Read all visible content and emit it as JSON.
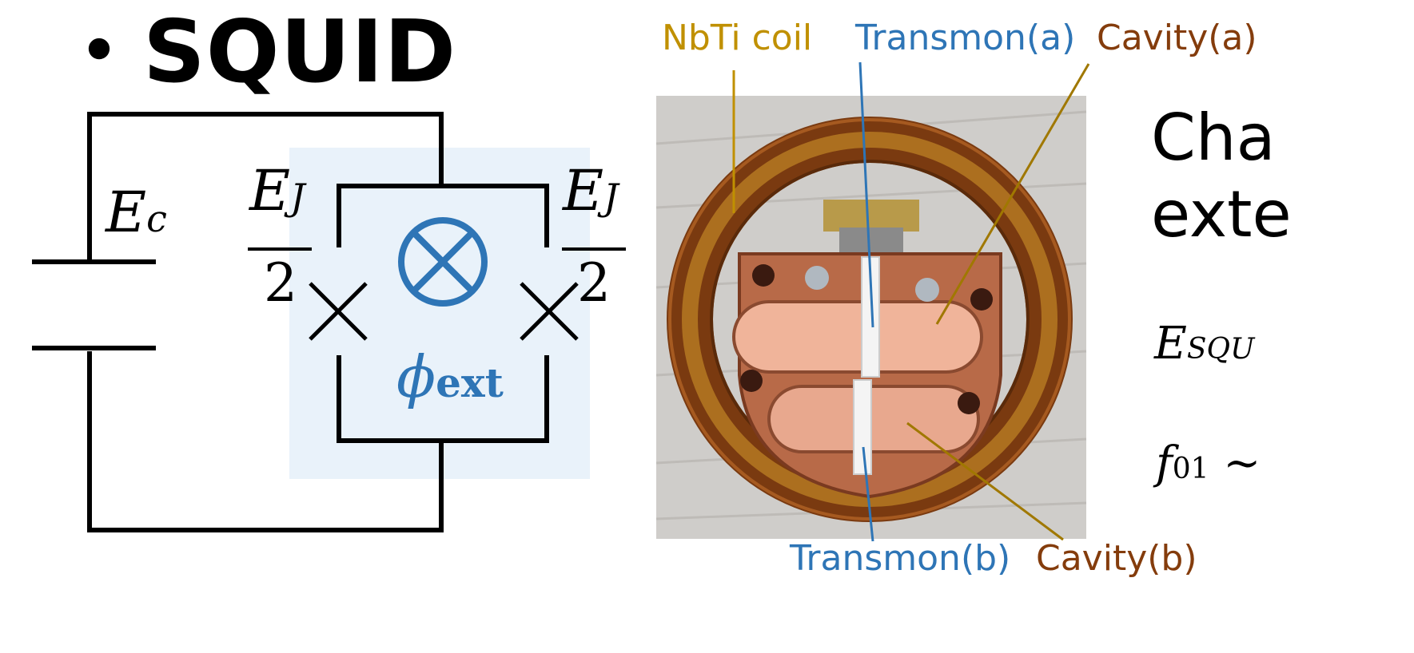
{
  "slide": {
    "title": "・SQUID"
  },
  "circuit": {
    "ec_main": "E",
    "ec_sub": "c",
    "ej_left_main": "E",
    "ej_left_sub": "J",
    "ej_left_den": "2",
    "ej_right_main": "E",
    "ej_right_sub": "J",
    "ej_right_den": "2",
    "phi_symbol": "ϕ",
    "phi_sub": "ext",
    "flux_icon": "circle-cross-icon"
  },
  "photo": {
    "labels": {
      "nbti_coil": "NbTi coil",
      "transmon_a": "Transmon(a)",
      "cavity_a": "Cavity(a)",
      "transmon_b": "Transmon(b)",
      "cavity_b": "Cavity(b)"
    }
  },
  "right": {
    "line1": "Cha",
    "line2": "exte",
    "eq1_main": "E",
    "eq1_sub": "SQU",
    "eq2_main": "f",
    "eq2_sub": "01",
    "eq2_rest": " ~"
  },
  "colors": {
    "blue": "#2e75b6",
    "gold": "#c09000",
    "brown": "#843c0c",
    "loop_bg": "#e9f2fa",
    "line_gold": "#a07800"
  }
}
